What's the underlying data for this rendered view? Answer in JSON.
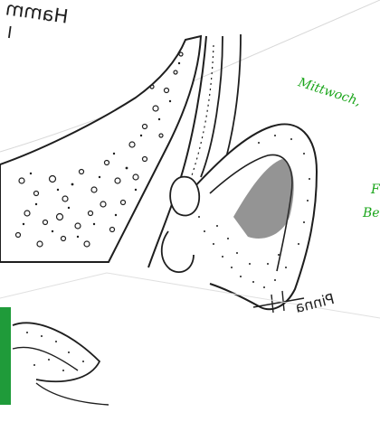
{
  "labels": {
    "top": "Hamm",
    "top_sub": "I",
    "pinna": "Pinna"
  },
  "notes": {
    "date": "Mittwoch,",
    "f": "F",
    "b": "Be"
  },
  "colors": {
    "ink": "#1e1e1e",
    "annotation_green": "#1aa51a",
    "bar_green": "#1f9b3a",
    "paper": "#ffffff"
  }
}
